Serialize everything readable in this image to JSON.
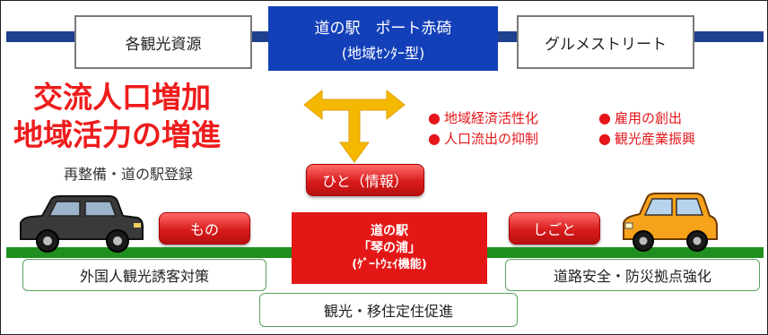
{
  "top_left_box": "各観光資源",
  "top_center_box": {
    "line1": "道の駅　ポート赤碕",
    "line2": "(地域ｾﾝﾀｰ型)"
  },
  "top_right_box": "グルメストリート",
  "goal": {
    "line1": "交流人口増加",
    "line2": "地域活力の増進"
  },
  "subtitle": "再整備・道の駅登録",
  "bullets": [
    "地域経済活性化",
    "雇用の創出",
    "人口流出の抑制",
    "観光産業振興"
  ],
  "pills": {
    "people": "ひと（情報）",
    "goods": "もの",
    "jobs": "しごと"
  },
  "station": {
    "line1": "道の駅",
    "line2": "「琴の浦」",
    "line3": "(ｹﾞｰﾄｳｪｲ機能)"
  },
  "bottom_boxes": {
    "left": "外国人観光誘客対策",
    "right": "道路安全・防災拠点強化",
    "center": "観光・移住定住促進"
  },
  "colors": {
    "accent_red": "#e41717",
    "blue": "#1340b8",
    "road_green": "#1e8f1e",
    "arrow_yellow": "#f5b800",
    "car_left": "#3a3a3a",
    "car_right": "#f7a21b"
  },
  "icons": [
    "black-car-icon",
    "orange-car-icon",
    "three-way-arrow-icon"
  ]
}
